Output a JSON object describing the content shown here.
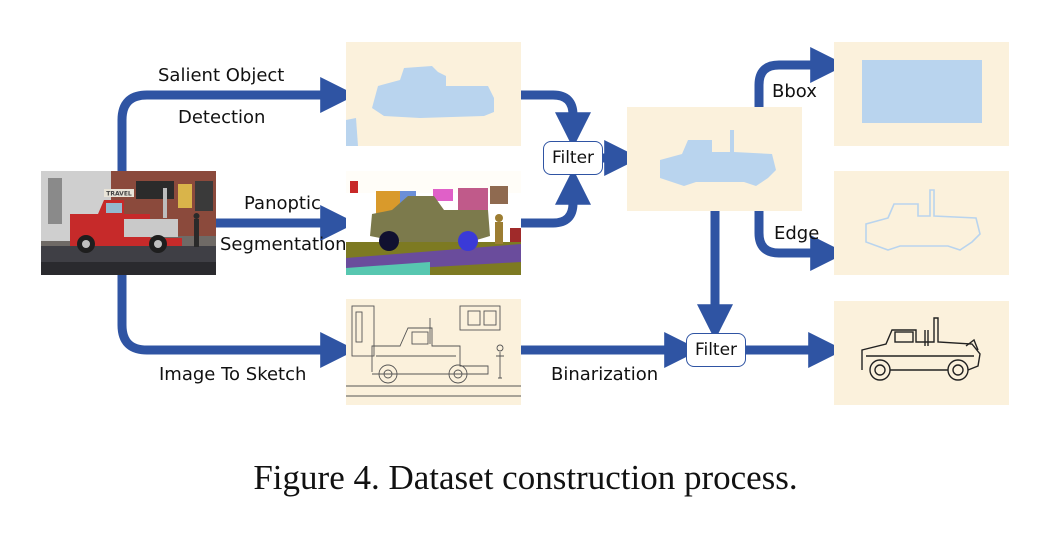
{
  "labels": {
    "salient_line1": "Salient Object",
    "salient_line2": "Detection",
    "panoptic_line1": "Panoptic",
    "panoptic_line2": "Segmentation",
    "image_to_sketch": "Image To Sketch",
    "binarization": "Binarization",
    "bbox": "Bbox",
    "edge": "Edge",
    "filter": "Filter"
  },
  "photo_sign": "TRAVEL",
  "caption": "Figure 4. Dataset construction process.",
  "colors": {
    "arrow": "#2f54a3",
    "panel_bg": "#fbf1dc",
    "mask": "#b9d4ee",
    "edge_line": "#b9d4ee",
    "sketch_line": "#222222"
  }
}
